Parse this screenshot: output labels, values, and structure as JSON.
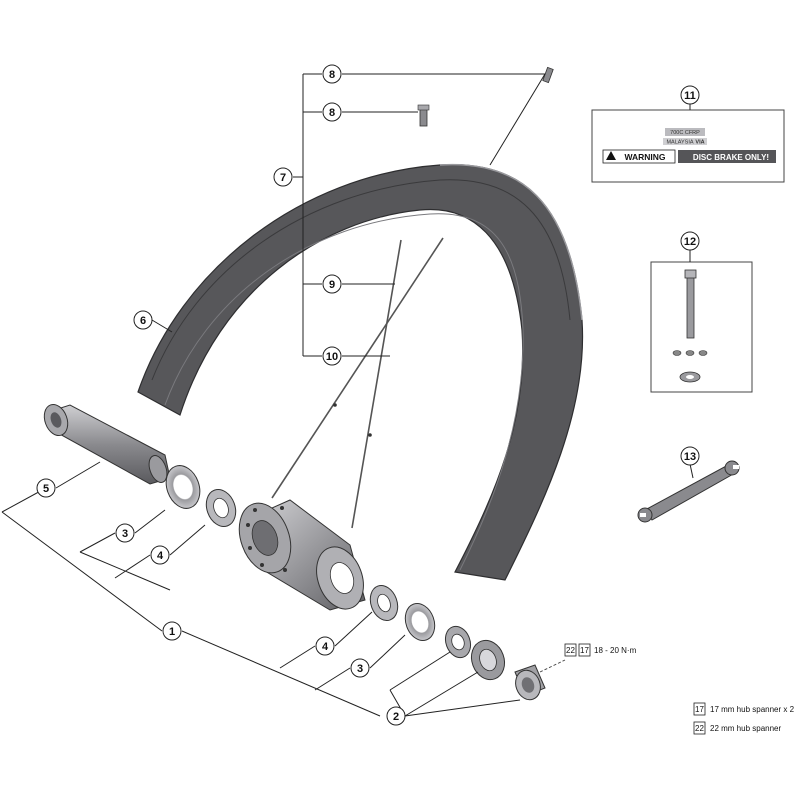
{
  "callouts": {
    "c1": "1",
    "c2": "2",
    "c3a": "3",
    "c3b": "3",
    "c4a": "4",
    "c4b": "4",
    "c5": "5",
    "c6": "6",
    "c7": "7",
    "c8a": "8",
    "c8b": "8",
    "c9": "9",
    "c10": "10",
    "c11": "11",
    "c12": "12",
    "c13": "13"
  },
  "sticker": {
    "line1": "700C  CFRP",
    "line2": "MALAYSIA",
    "line2b": "VIA",
    "warning": "WARNING",
    "disc": "DISC BRAKE ONLY!"
  },
  "torque": {
    "tool_a": "22",
    "tool_b": "17",
    "value": "18 - 20 N·m"
  },
  "legend": {
    "item1_tool": "17",
    "item1_label": "17 mm hub spanner x 2",
    "item2_tool": "22",
    "item2_label": "22 mm hub spanner"
  },
  "colors": {
    "rim": "#555558",
    "metal": "#8a8a8e",
    "line": "#222222"
  }
}
